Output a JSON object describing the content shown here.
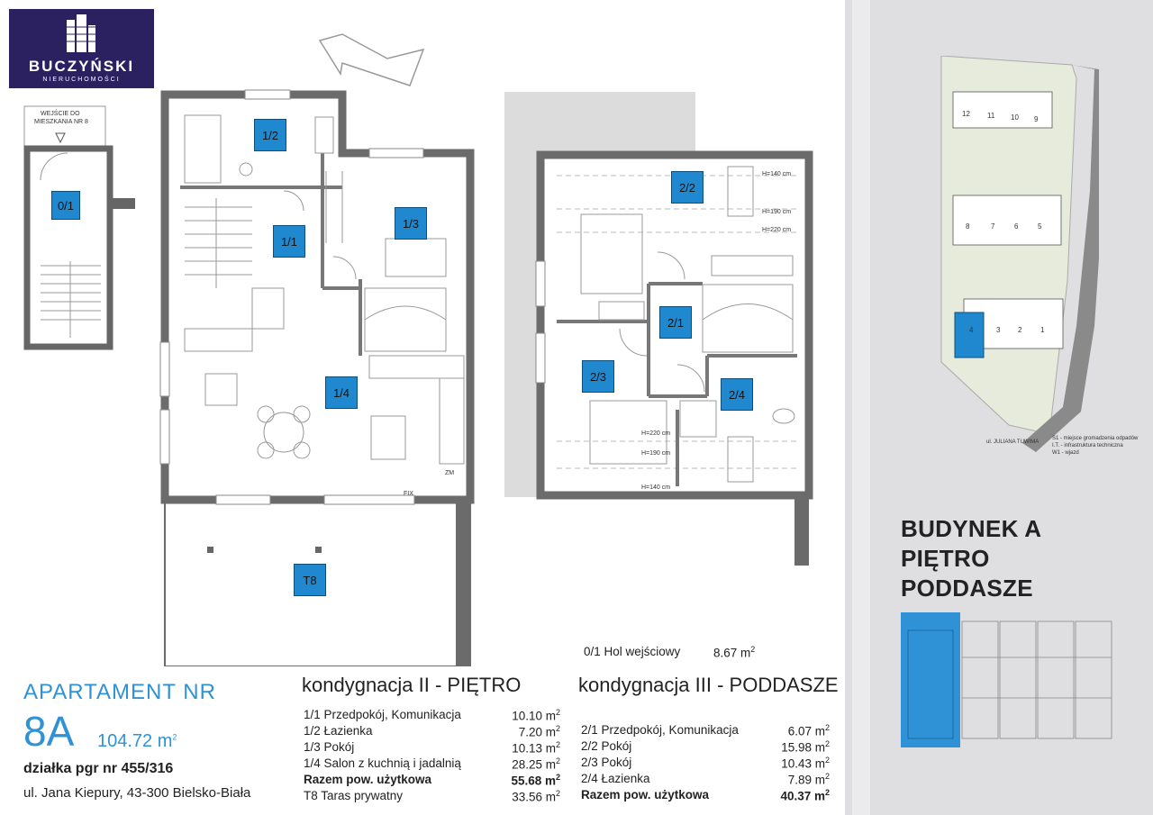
{
  "brand": {
    "name": "BUCZYŃSKI",
    "sub": "NIERUCHOMOŚCI"
  },
  "colors": {
    "accent": "#2f92d6",
    "room_label": "#1f88cf",
    "brand_bg": "#2b2160"
  },
  "entrance": {
    "line1": "WEJŚCIE DO",
    "line2": "MIESZKANIA NR 8"
  },
  "rooms": {
    "r01": "0/1",
    "r11": "1/1",
    "r12": "1/2",
    "r13": "1/3",
    "r14": "1/4",
    "t8": "T8",
    "r21": "2/1",
    "r22": "2/2",
    "r23": "2/3",
    "r24": "2/4"
  },
  "plan_marks": {
    "zm": "ZM",
    "fix": "FIX"
  },
  "heights": {
    "h140a": "H=140 cm",
    "h190a": "H=190 cm",
    "h220a": "H=220 cm",
    "h220b": "H=220 cm",
    "h190b": "H=190 cm",
    "h140b": "H=140 cm"
  },
  "building": {
    "line1": "BUDYNEK A",
    "line2": "PIĘTRO",
    "line3": "PODDASZE"
  },
  "site_plan": {
    "units": [
      "12",
      "11",
      "10",
      "9",
      "8",
      "7",
      "6",
      "5",
      "4",
      "3",
      "2",
      "1"
    ],
    "legend": [
      "S1 - miejsce gromadzenia odpadów",
      "I.T. - infrastruktura techniczna",
      "W1 - wjazd"
    ],
    "street": "ul. JULIANA TUWIMA"
  },
  "apartment": {
    "title": "APARTAMENT NR",
    "number": "8A",
    "area": "104.72 m",
    "plot": "działka pgr nr 455/316",
    "address": "ul. Jana Kiepury, 43-300 Bielsko-Biała"
  },
  "hol": {
    "label": "0/1 Hol wejściowy",
    "value": "8.67 m"
  },
  "level2": {
    "title": "kondygnacja II - PIĘTRO",
    "rows": [
      {
        "label": "1/1 Przedpokój, Komunikacja",
        "value": "10.10 m"
      },
      {
        "label": "1/2 Łazienka",
        "value": "7.20 m"
      },
      {
        "label": "1/3 Pokój",
        "value": "10.13 m"
      },
      {
        "label": "1/4 Salon z kuchnią i jadalnią",
        "value": "28.25 m"
      },
      {
        "label": "Razem pow. użytkowa",
        "value": "55.68 m"
      },
      {
        "label": "T8 Taras prywatny",
        "value": "33.56 m"
      }
    ]
  },
  "level3": {
    "title": "kondygnacja III - PODDASZE",
    "rows": [
      {
        "label": "2/1 Przedpokój, Komunikacja",
        "value": "6.07 m"
      },
      {
        "label": "2/2 Pokój",
        "value": "15.98 m"
      },
      {
        "label": "2/3 Pokój",
        "value": "10.43 m"
      },
      {
        "label": "2/4 Łazienka",
        "value": "7.89 m"
      },
      {
        "label": "Razem pow. użytkowa",
        "value": "40.37 m"
      }
    ]
  },
  "unit_sup": "2"
}
